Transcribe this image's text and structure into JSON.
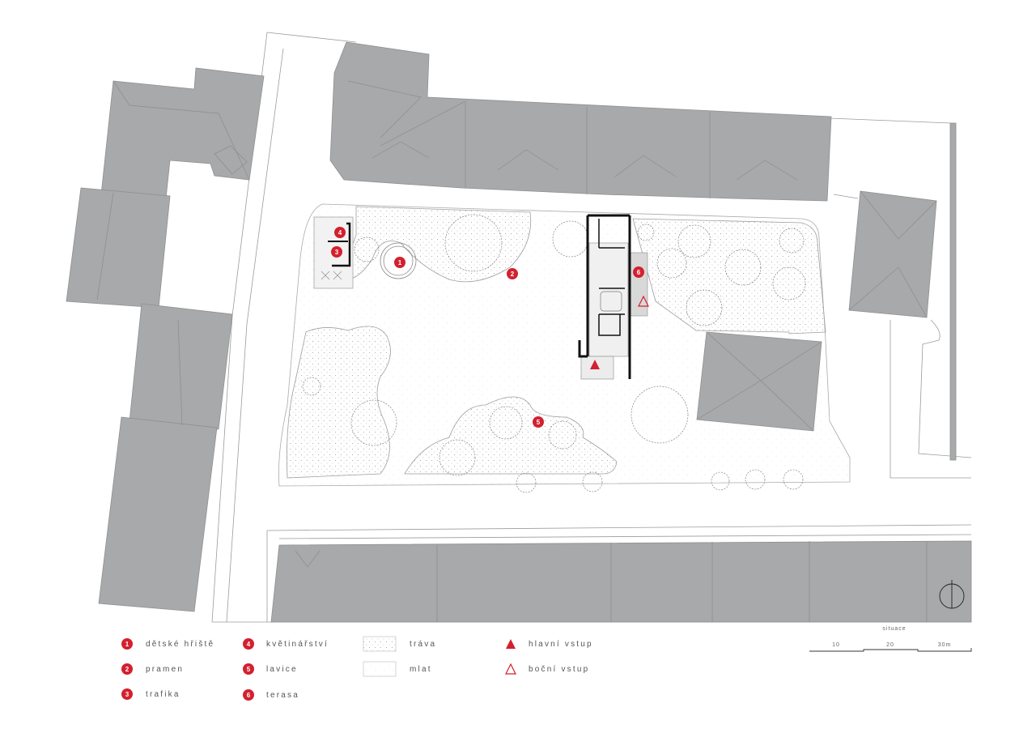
{
  "colors": {
    "accent": "#d3202f",
    "buildings": "#a7a9aa",
    "background": "#ffffff"
  },
  "markers": [
    {
      "id": "m1",
      "label": "1"
    },
    {
      "id": "m2",
      "label": "2"
    },
    {
      "id": "m3",
      "label": "3"
    },
    {
      "id": "m4",
      "label": "4"
    },
    {
      "id": "m5",
      "label": "5"
    },
    {
      "id": "m6",
      "label": "6"
    }
  ],
  "legend": {
    "items": [
      {
        "number": "1",
        "label": "dětské hřiště"
      },
      {
        "number": "2",
        "label": "pramen"
      },
      {
        "number": "3",
        "label": "trafika"
      },
      {
        "number": "4",
        "label": "květinářství"
      },
      {
        "number": "5",
        "label": "lavice"
      },
      {
        "number": "6",
        "label": "terasa"
      }
    ],
    "surfaces": [
      {
        "label": "tráva"
      },
      {
        "label": "mlat"
      }
    ],
    "entrances": [
      {
        "label": "hlavní vstup",
        "symbol": "filled-triangle"
      },
      {
        "label": "boční vstup",
        "symbol": "outline-triangle"
      }
    ]
  },
  "scale": {
    "title": "situace",
    "ticks": [
      "10",
      "20",
      "30m"
    ]
  },
  "north_arrow": {
    "icon": "north-arrow-icon"
  }
}
